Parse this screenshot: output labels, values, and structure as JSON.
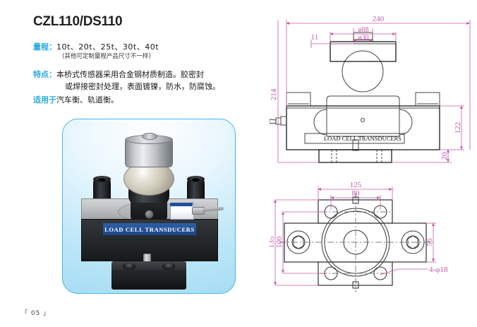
{
  "page": {
    "title": "CZL110/DS110",
    "footer": "「 05 」"
  },
  "specs": {
    "capacity_label": "量程：",
    "capacity_values": "10t、20t、25t、30t、40t",
    "capacity_note": "(其他可定制量程产品尺寸不一样)",
    "features_label": "特点：",
    "features_line1": "本桥式传感器采用合金钢材质制造。胶密封",
    "features_line2": "或焊接密封处理，表面镀镍，防水，防腐蚀。",
    "application_label": "适用于",
    "application_text": "汽车衡、轨道衡。"
  },
  "photo": {
    "brand_text": "LOAD CELL TRANSDUCERS"
  },
  "drawings": {
    "front_view": {
      "brand_text": "LOAD CELL  TRANSDUCERS",
      "dimensions": {
        "overall_width": "240",
        "top_boss_dia": "ø88",
        "top_hole_dia": "ø30",
        "boss_height": "11",
        "overall_height": "214",
        "body_height": "122",
        "base_height": "20"
      }
    },
    "top_view": {
      "dimensions": {
        "flange_width": "125",
        "hole_spacing_x": "80",
        "overall_depth": "135",
        "hole_spacing_y": "100",
        "body_depth": "56",
        "hole_callout": "4-φ18"
      }
    }
  },
  "colors": {
    "accent_cyan": "#29a9e0",
    "dimension_magenta": "#c45aa8",
    "title_dark": "#231f20",
    "brand_blue": "#20509a"
  }
}
